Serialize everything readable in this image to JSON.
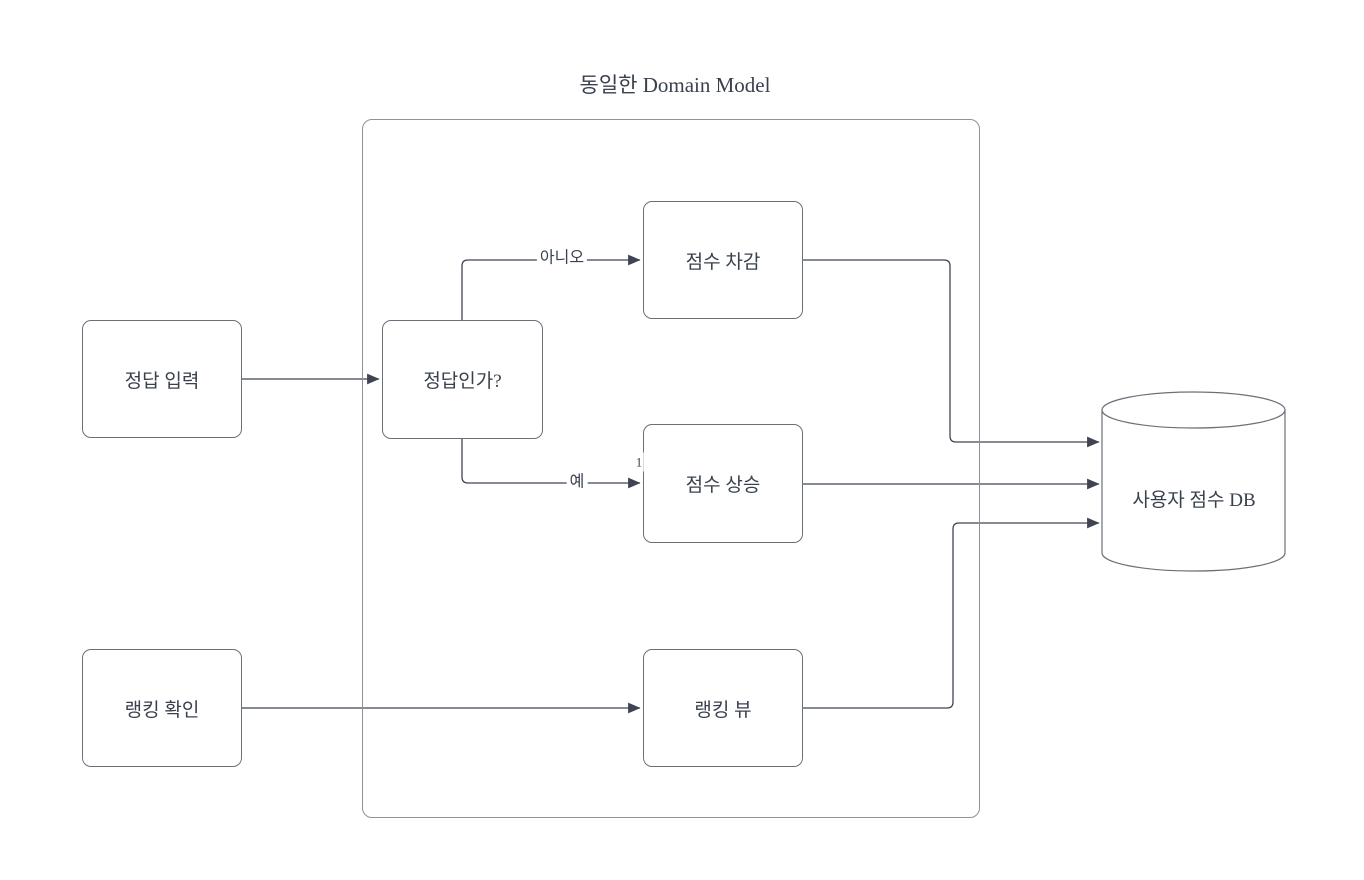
{
  "title": "동일한 Domain Model",
  "nodes": {
    "answer_input": {
      "label": "정답 입력"
    },
    "is_correct": {
      "label": "정답인가?"
    },
    "score_deduct": {
      "label": "점수 차감"
    },
    "score_increase": {
      "label": "점수 상승"
    },
    "ranking_view": {
      "label": "랭킹 뷰"
    },
    "ranking_check": {
      "label": "랭킹 확인"
    },
    "user_score_db": {
      "label": "사용자 점수 DB"
    }
  },
  "edge_labels": {
    "no": "아니오",
    "yes": "예",
    "one": "1"
  },
  "colors": {
    "background": "#ffffff",
    "text": "#39414d",
    "edge": "#3e4450",
    "node_border": "#6a707a",
    "container_border": "#8d929b"
  }
}
